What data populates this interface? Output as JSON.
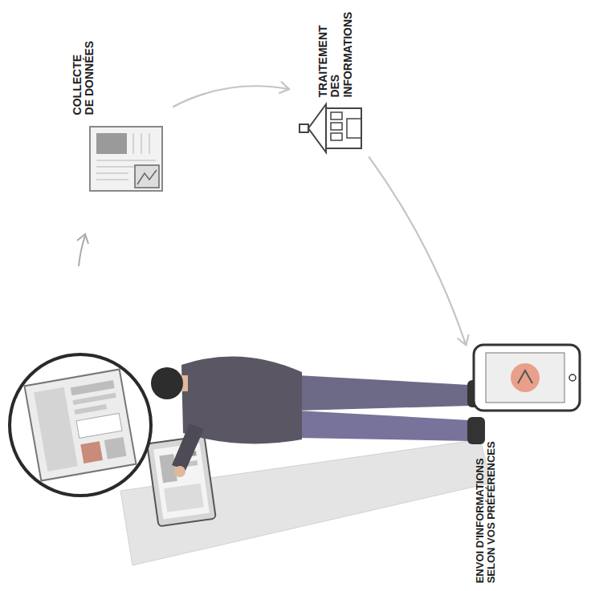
{
  "diagram": {
    "nodes": [
      {
        "text": [
          "COLLECTE DE DONNÉES"
        ]
      },
      {
        "text": [
          "TRAITEMENT DES INFORMATIONS"
        ]
      },
      {
        "text": [
          "ENVOI D'INFORMATIONS SELON VOS PRÉFÉRENCES"
        ]
      }
    ],
    "edges": [
      {
        "from": 0,
        "to": 1,
        "arrow": "to"
      },
      {
        "from": 1,
        "to": 2,
        "arrow": "to"
      }
    ]
  }
}
